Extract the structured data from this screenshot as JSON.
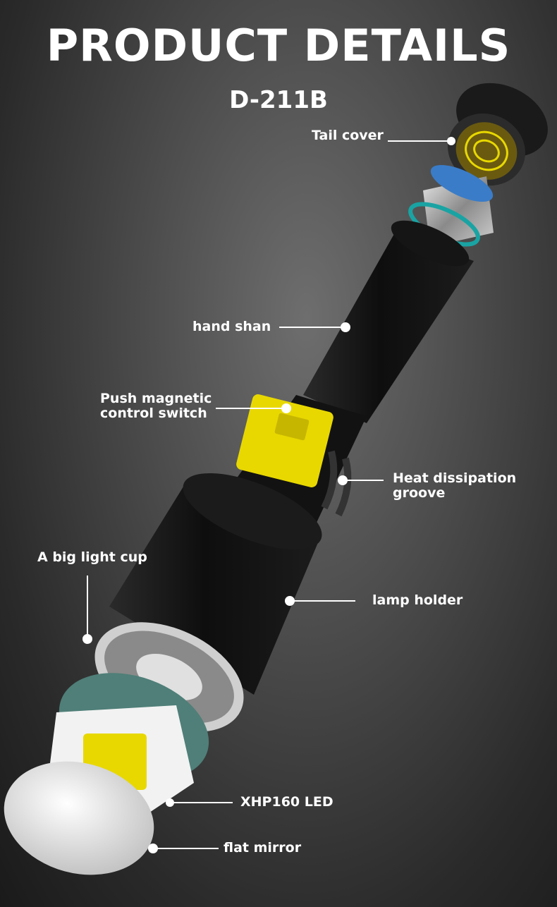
{
  "header": {
    "title": "PRODUCT DETAILS",
    "model": "D-211B"
  },
  "callouts": {
    "tail_cover": "Tail cover",
    "hand_shank": "hand shan",
    "switch_line1": "Push magnetic",
    "switch_line2": "control switch",
    "heat_line1": "Heat dissipation",
    "heat_line2": "groove",
    "light_cup": "A big light cup",
    "lamp_holder": "lamp holder",
    "led": "XHP160 LED",
    "mirror": "flat mirror"
  },
  "colors": {
    "accent_yellow": "#e8d800",
    "ring_blue": "#3a7cc8",
    "oring_teal": "#1aa3a3"
  }
}
